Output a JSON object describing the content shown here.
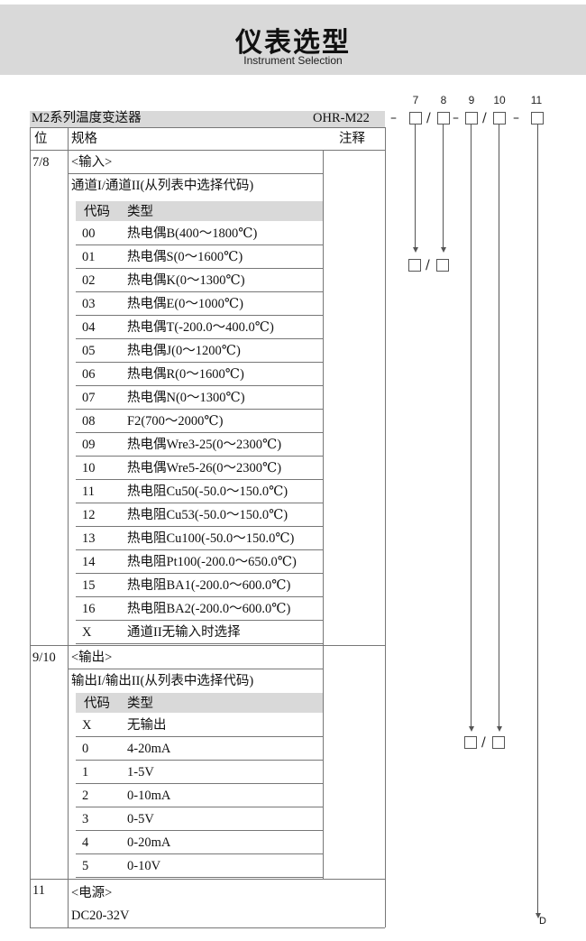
{
  "header": {
    "title": "仪表选型",
    "subtitle": "Instrument Selection"
  },
  "model": {
    "series": "M2系列温度变送器",
    "code": "OHR-M22"
  },
  "positions": [
    "7",
    "8",
    "9",
    "10",
    "11"
  ],
  "columns": {
    "pos": "位",
    "spec": "规格",
    "note": "注释"
  },
  "input": {
    "pos": "7/8",
    "title": "<输入>",
    "desc": "通道I/通道II(从列表中选择代码)",
    "code_h": "代码",
    "type_h": "类型",
    "rows": [
      {
        "code": "00",
        "type": "热电偶B(400～1800℃)"
      },
      {
        "code": "01",
        "type": "热电偶S(0～1600℃)"
      },
      {
        "code": "02",
        "type": "热电偶K(0～1300℃)"
      },
      {
        "code": "03",
        "type": "热电偶E(0～1000℃)"
      },
      {
        "code": "04",
        "type": "热电偶T(-200.0～400.0℃)"
      },
      {
        "code": "05",
        "type": "热电偶J(0～1200℃)"
      },
      {
        "code": "06",
        "type": "热电偶R(0～1600℃)"
      },
      {
        "code": "07",
        "type": "热电偶N(0～1300℃)"
      },
      {
        "code": "08",
        "type": "F2(700～2000℃)"
      },
      {
        "code": "09",
        "type": "热电偶Wre3-25(0～2300℃)"
      },
      {
        "code": "10",
        "type": "热电偶Wre5-26(0～2300℃)"
      },
      {
        "code": "11",
        "type": "热电阻Cu50(-50.0～150.0℃)"
      },
      {
        "code": "12",
        "type": "热电阻Cu53(-50.0～150.0℃)"
      },
      {
        "code": "13",
        "type": "热电阻Cu100(-50.0～150.0℃)"
      },
      {
        "code": "14",
        "type": "热电阻Pt100(-200.0～650.0℃)"
      },
      {
        "code": "15",
        "type": "热电阻BA1(-200.0～600.0℃)"
      },
      {
        "code": "16",
        "type": "热电阻BA2(-200.0～600.0℃)"
      },
      {
        "code": "X",
        "type": "通道II无输入时选择"
      }
    ]
  },
  "output": {
    "pos": "9/10",
    "title": "<输出>",
    "desc": "输出I/输出II(从列表中选择代码)",
    "code_h": "代码",
    "type_h": "类型",
    "rows": [
      {
        "code": "X",
        "type": "无输出"
      },
      {
        "code": "0",
        "type": "4-20mA"
      },
      {
        "code": "1",
        "type": "1-5V"
      },
      {
        "code": "2",
        "type": "0-10mA"
      },
      {
        "code": "3",
        "type": "0-5V"
      },
      {
        "code": "4",
        "type": "0-20mA"
      },
      {
        "code": "5",
        "type": "0-10V"
      }
    ]
  },
  "power": {
    "pos": "11",
    "title": "<电源>",
    "value": "DC20-32V"
  },
  "symbols": {
    "dash": "–",
    "slash": "/",
    "end_code": "D"
  }
}
